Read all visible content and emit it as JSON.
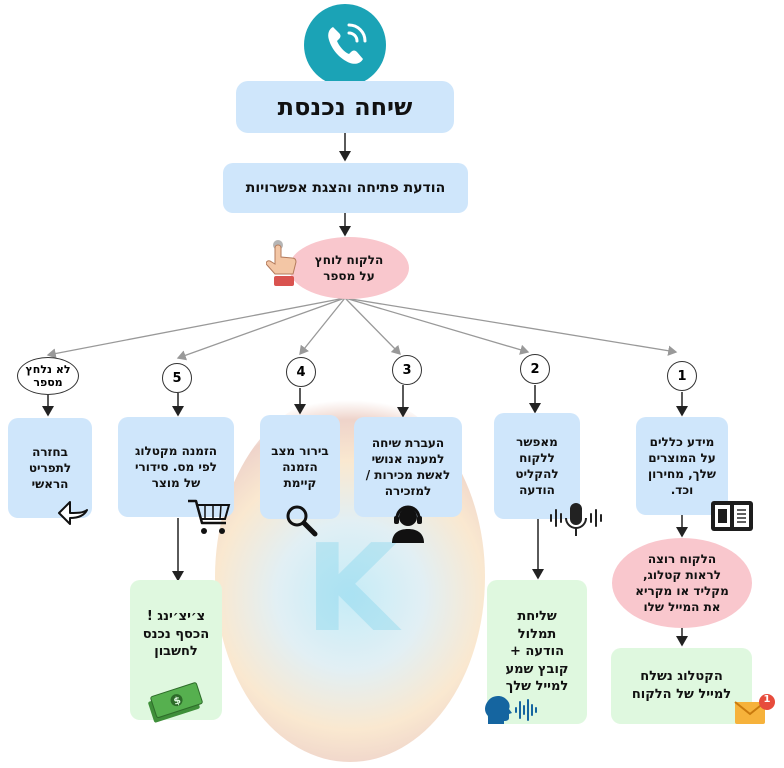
{
  "title": "שיחה נכנסת",
  "opening": "הודעת פתיחה והצגת אפשרויות",
  "customer_press": "הלקוח לוחץ על מספר",
  "options": [
    {
      "number": "1",
      "text": "מידע כללים על המוצרים שלך, מחירון וכד."
    },
    {
      "number": "2",
      "text": "מאפשר ללקוח להקליט הודעה"
    },
    {
      "number": "3",
      "text": "העברת שיחה למענה אנושי לאשת מכירות / למזכירה"
    },
    {
      "number": "4",
      "text": "בירור מצב הזמנה קיימת"
    },
    {
      "number": "5",
      "text": "הזמנה מקטלוג לפי מס. סידורי של מוצר"
    },
    {
      "number": "לא נלחץ מספר",
      "text": "בחזרה לתפריט הראשי"
    }
  ],
  "catalog_choice": "הלקוח רוצה לראות קטלוג, מקליד או מקריא את המייל שלו",
  "catalog_sent": "הקטלוג נשלח למייל של הלקוח",
  "transcript_sent": "שליחת תמלול הודעה + קובץ שמע למייל שלך",
  "money_in": "צ׳יצ׳ינג ! הכסף נכנס לחשבון",
  "mail_badge": "1",
  "colors": {
    "teal": "#1ba3b6",
    "blue_box": "#cfe6fb",
    "green_box": "#dff8df",
    "pink_oval": "#f9c7cd"
  }
}
